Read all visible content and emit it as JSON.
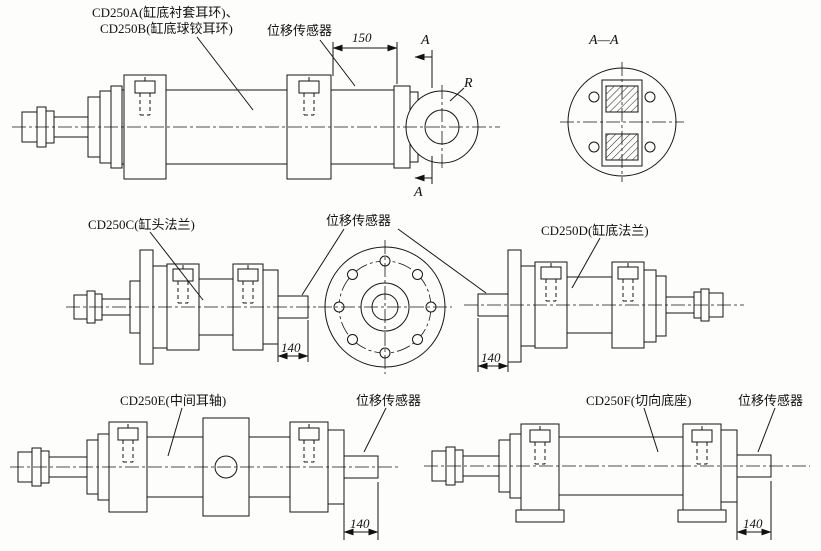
{
  "drawing": {
    "top": {
      "label_a": "CD250A(缸底衬套耳环)、",
      "label_b": "CD250B(缸底球铰耳环)",
      "sensor": "位移传感器",
      "dim150": "150",
      "section_marker": "A",
      "radius": "R",
      "section_title": "A—A"
    },
    "mid": {
      "cd250c_label": "CD250C(缸头法兰)",
      "sensor": "位移传感器",
      "cd250d_label": "CD250D(缸底法兰)",
      "dim_c": "140",
      "dim_d": "140"
    },
    "bottom": {
      "cd250e_label": "CD250E(中间耳轴)",
      "sensor_e": "位移传感器",
      "cd250f_label": "CD250F(切向底座)",
      "sensor_f": "位移传感器",
      "dim_e": "140",
      "dim_f": "140"
    }
  }
}
